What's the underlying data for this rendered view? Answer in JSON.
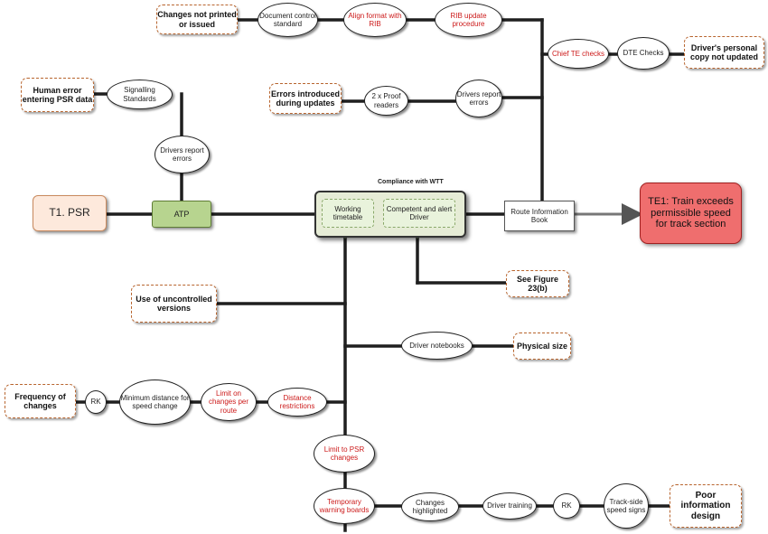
{
  "diagram": {
    "compliance_title": "Compliance with WTT",
    "nodes": {
      "t1_psr": "T1. PSR",
      "atp": "ATP",
      "working_timetable": "Working timetable",
      "competent_driver": "Competent and alert Driver",
      "route_information_book": "Route Information Book",
      "te1": "TE1: Train exceeds permissible speed for track section",
      "changes_not_printed": "Changes not printed or issued",
      "document_control": "Document control standard",
      "align_format": "Align format with RIB",
      "rib_update": "RIB update procedure",
      "chief_te_checks": "Chief TE checks",
      "dte_checks": "DTE Checks",
      "drivers_personal_copy": "Driver's personal copy not updated",
      "human_error": "Human error entering PSR data",
      "signalling_standards": "Signalling Standards",
      "drivers_report_errors_left": "Drivers report errors",
      "errors_introduced": "Errors introduced during updates",
      "proof_readers": "2 x Proof readers",
      "drivers_report_errors_top": "Drivers report errors",
      "see_figure": "See Figure 23(b)",
      "use_uncontrolled": "Use of uncontrolled versions",
      "driver_notebooks": "Driver notebooks",
      "physical_size": "Physical size",
      "frequency_changes": "Frequency of changes",
      "rk_left": "RK",
      "minimum_distance": "Minimum distance for speed change",
      "limit_changes_route": "Limit on changes per route",
      "distance_restrictions": "Distance restrictions",
      "limit_psr_changes": "Limit to PSR changes",
      "temporary_warning": "Temporary warning boards",
      "changes_highlighted": "Changes highlighted",
      "driver_training": "Driver training",
      "rk_bottom": "RK",
      "trackside_signs": "Track-side speed signs",
      "poor_information": "Poor information design"
    }
  },
  "colors": {
    "line": "#1f1f1f",
    "t1_fill": "#fde9dc",
    "t1_border": "#c98a5e",
    "atp_fill": "#b7d48f",
    "atp_border": "#5f7d36",
    "te1_fill": "#ef6e6e",
    "te1_border": "#a02020",
    "compliance_fill": "#e6ecd6",
    "compliance_border": "#333333",
    "inner_fill": "#e9f3dc",
    "inner_border": "#8aa86a",
    "red_text": "#cc1a1a",
    "dashed_border": "#b8652f"
  }
}
